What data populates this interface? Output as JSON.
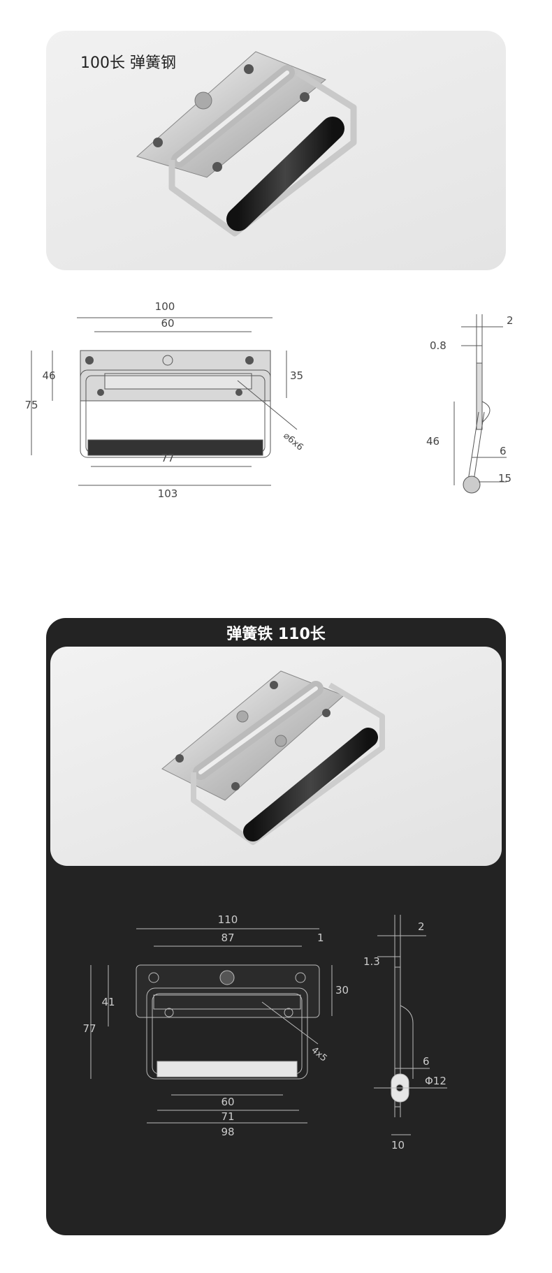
{
  "product1": {
    "title": "100长 弹簧钢",
    "front_dims": {
      "overall_width": "100",
      "hole_spacing": "60",
      "plate_height": "46",
      "total_height": "75",
      "hole_to_bottom": "35",
      "hole_spec": "⌀6x6",
      "grip_length": "77",
      "handle_width": "103"
    },
    "side_dims": {
      "offset_top": "2",
      "thickness": "0.8",
      "side_height": "46",
      "rod_gap": "6",
      "rod_dia": "15"
    }
  },
  "product2": {
    "title": "弹簧铁  110长",
    "front_dims": {
      "overall_width": "110",
      "hole_spacing": "87",
      "edge_mark": "1",
      "plate_height": "41",
      "total_height": "77",
      "hole_to_bottom": "30",
      "hole_spec": "4x5",
      "grip_length": "60",
      "inner_width": "71",
      "handle_width": "98"
    },
    "side_dims": {
      "offset_top": "2",
      "thickness": "1.3",
      "rod_gap": "6",
      "rod_dia": "Φ12",
      "bottom_width": "10"
    }
  }
}
